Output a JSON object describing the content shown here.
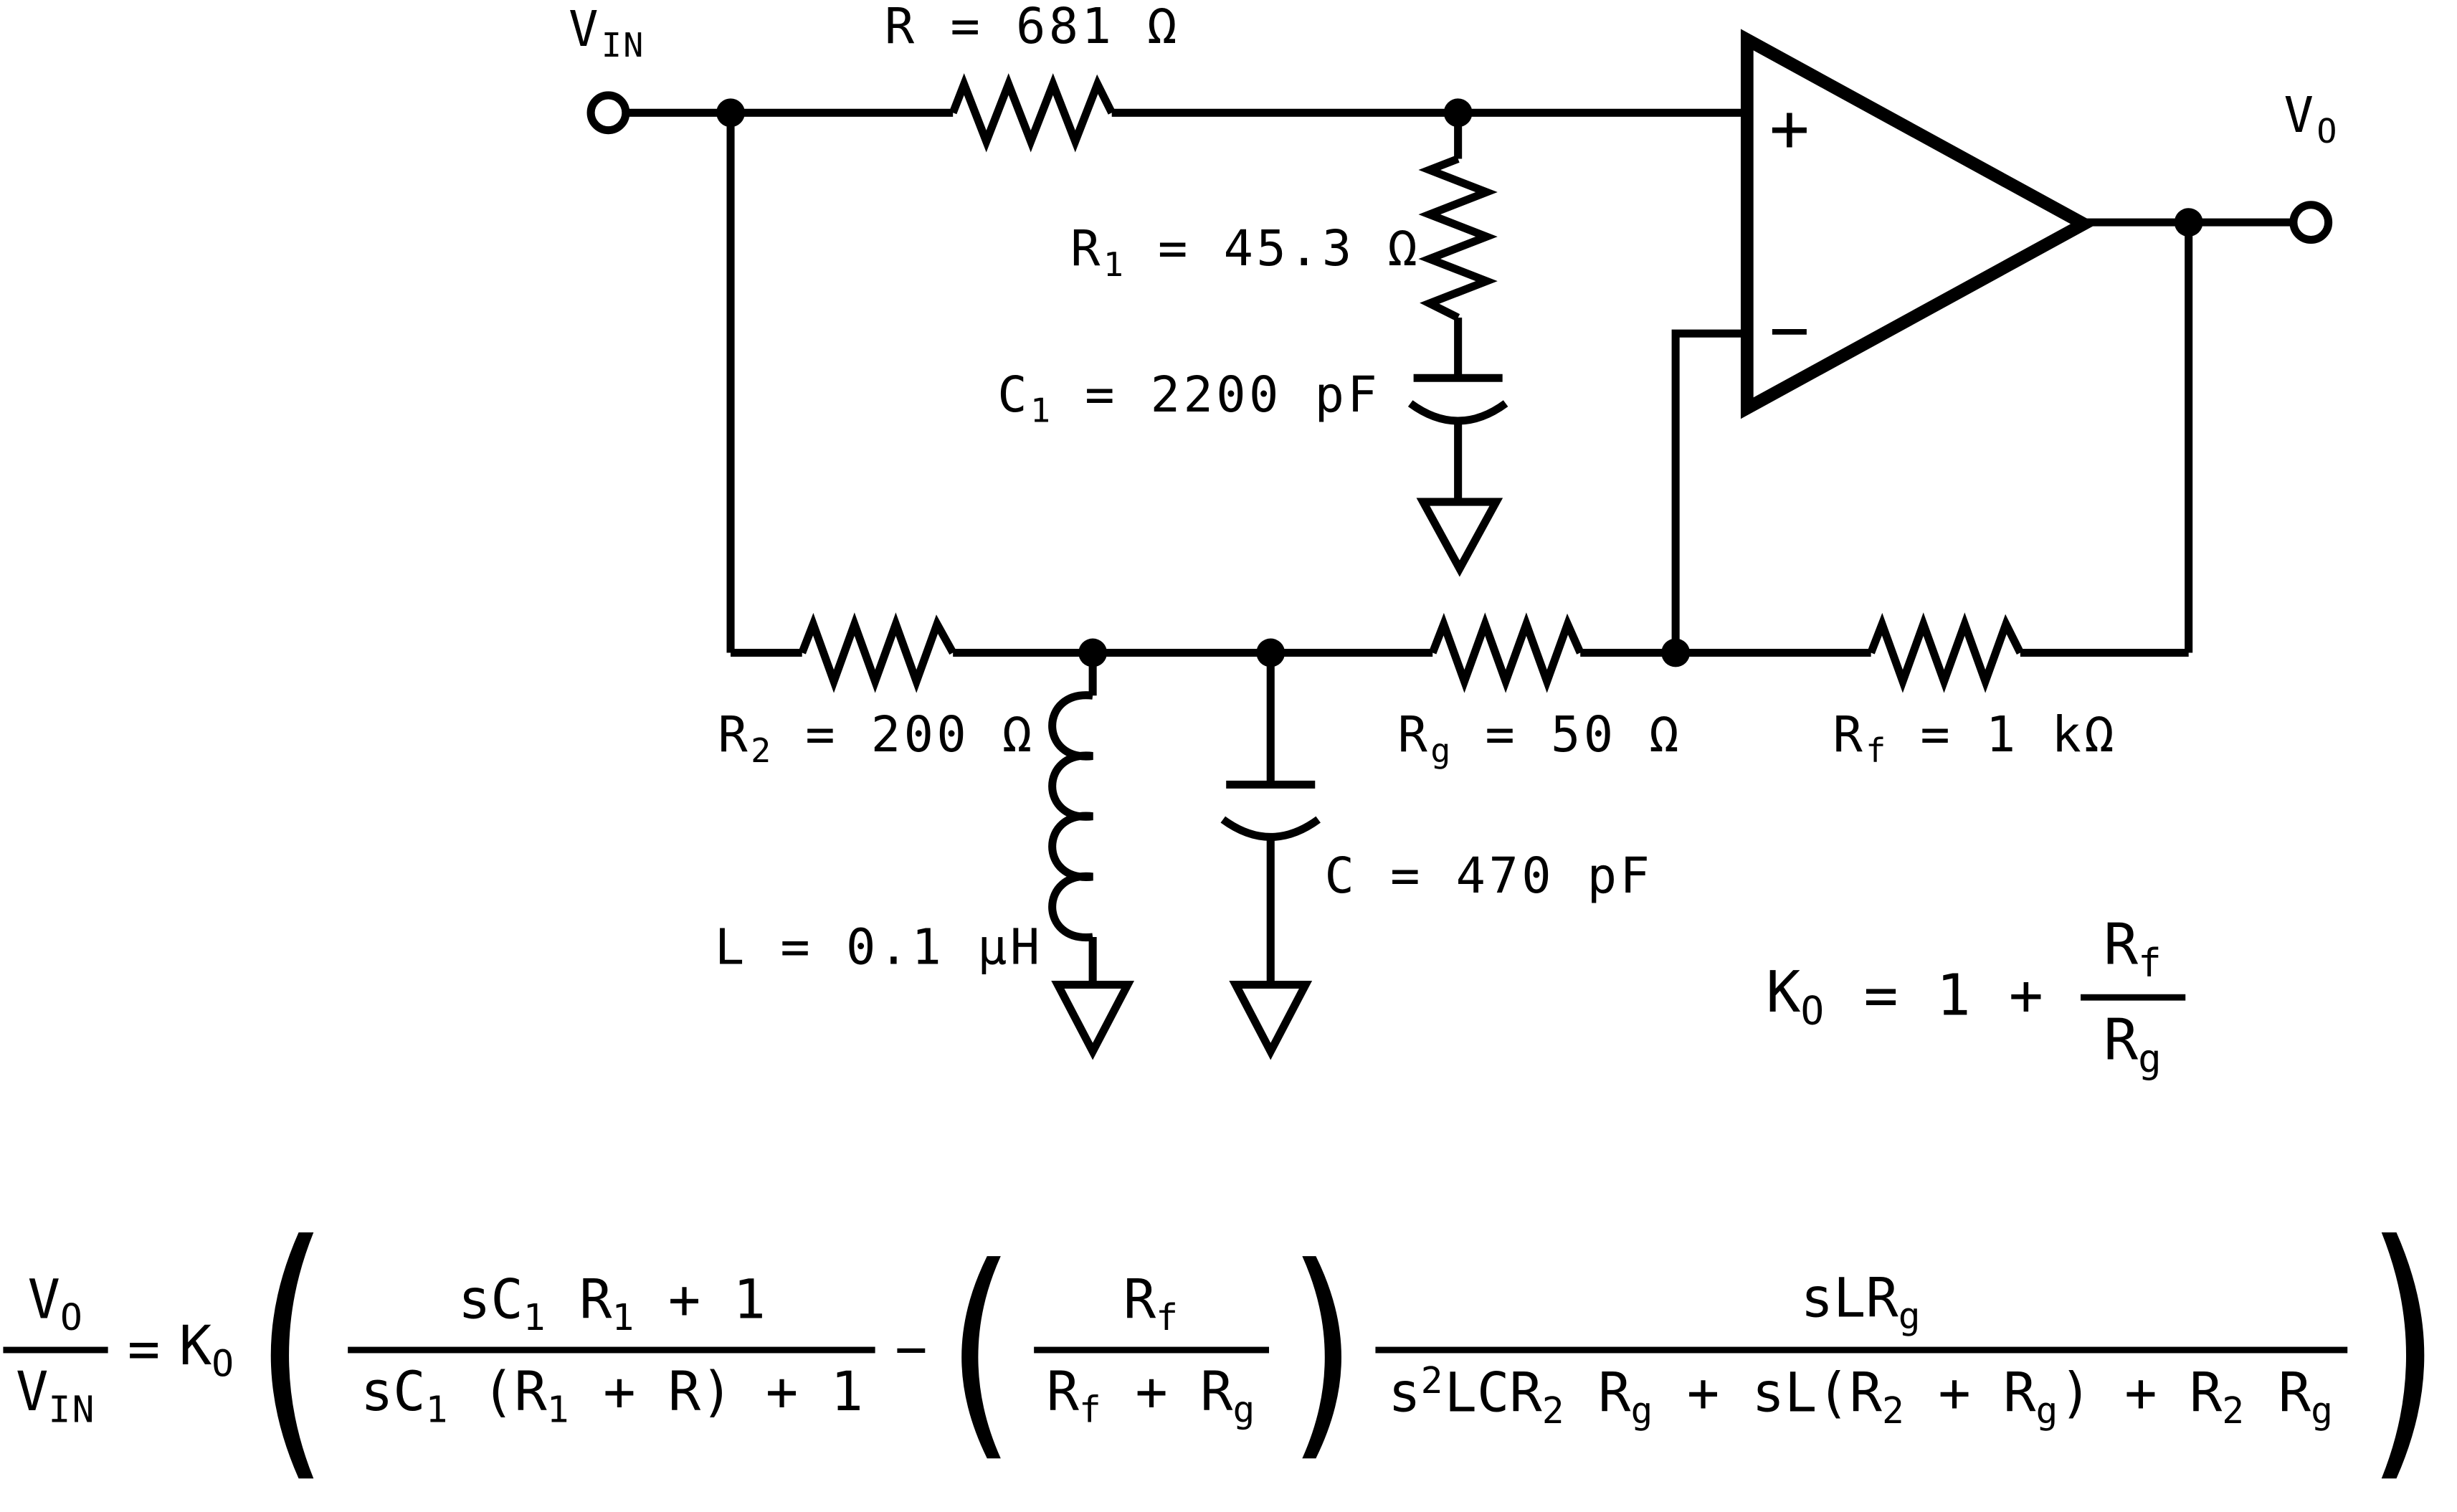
{
  "figure": {
    "bg_color": "#ffffff",
    "ink_color": "#000000"
  },
  "circuit": {
    "vin_label": [
      {
        "t": "V"
      },
      {
        "t": "IN",
        "sub": true
      }
    ],
    "vo_label": [
      {
        "t": "V"
      },
      {
        "t": "O",
        "sub": true
      }
    ],
    "r_label": "R = 681 Ω",
    "r1_label": [
      {
        "t": "R"
      },
      {
        "t": "1",
        "sub": true
      },
      {
        "t": " = 45.3 Ω"
      }
    ],
    "c1_label": [
      {
        "t": "C"
      },
      {
        "t": "1",
        "sub": true
      },
      {
        "t": " = 2200 pF"
      }
    ],
    "r2_label": [
      {
        "t": "R"
      },
      {
        "t": "2",
        "sub": true
      },
      {
        "t": " = 200 Ω"
      }
    ],
    "rg_label": [
      {
        "t": "R"
      },
      {
        "t": "g",
        "sub": true
      },
      {
        "t": " = 50 Ω"
      }
    ],
    "rf_label": [
      {
        "t": "R"
      },
      {
        "t": "f",
        "sub": true
      },
      {
        "t": " = 1 kΩ"
      }
    ],
    "l_label": "L = 0.1 μH",
    "c_label": "C = 470 pF",
    "opamp_plus": "+",
    "opamp_minus": "−"
  },
  "gain_equation": {
    "k": [
      {
        "t": "K"
      },
      {
        "t": "O",
        "sub": true
      }
    ],
    "equals": "=",
    "one": "1",
    "plus": "+",
    "num": [
      {
        "t": "R"
      },
      {
        "t": "f",
        "sub": true
      }
    ],
    "den": [
      {
        "t": "R"
      },
      {
        "t": "g",
        "sub": true
      }
    ]
  },
  "transfer_function": {
    "lhs_num": [
      {
        "t": "V"
      },
      {
        "t": "O",
        "sub": true
      }
    ],
    "lhs_den": [
      {
        "t": "V"
      },
      {
        "t": "IN",
        "sub": true
      }
    ],
    "equals": "=",
    "k": [
      {
        "t": "K"
      },
      {
        "t": "O",
        "sub": true
      }
    ],
    "lparen": "(",
    "rparen": ")",
    "frac1_num": [
      {
        "t": "sC"
      },
      {
        "t": "1",
        "sub": true
      },
      {
        "t": " R"
      },
      {
        "t": "1",
        "sub": true
      },
      {
        "t": " + 1"
      }
    ],
    "frac1_den": [
      {
        "t": "sC"
      },
      {
        "t": "1",
        "sub": true
      },
      {
        "t": " (R"
      },
      {
        "t": "1",
        "sub": true
      },
      {
        "t": " + R) + 1"
      }
    ],
    "minus": "−",
    "frac2_num": [
      {
        "t": "R"
      },
      {
        "t": "f",
        "sub": true
      }
    ],
    "frac2_den": [
      {
        "t": "R"
      },
      {
        "t": "f",
        "sub": true
      },
      {
        "t": " + R"
      },
      {
        "t": "g",
        "sub": true
      }
    ],
    "frac3_num": [
      {
        "t": "sLR"
      },
      {
        "t": "g",
        "sub": true
      }
    ],
    "frac3_den": [
      {
        "t": "s"
      },
      {
        "t": "2",
        "sup": true
      },
      {
        "t": "LCR"
      },
      {
        "t": "2",
        "sub": true
      },
      {
        "t": " R"
      },
      {
        "t": "g",
        "sub": true
      },
      {
        "t": " + sL(R"
      },
      {
        "t": "2",
        "sub": true
      },
      {
        "t": " + R"
      },
      {
        "t": "g",
        "sub": true
      },
      {
        "t": ") + R"
      },
      {
        "t": "2",
        "sub": true
      },
      {
        "t": " R"
      },
      {
        "t": "g",
        "sub": true
      }
    ]
  }
}
